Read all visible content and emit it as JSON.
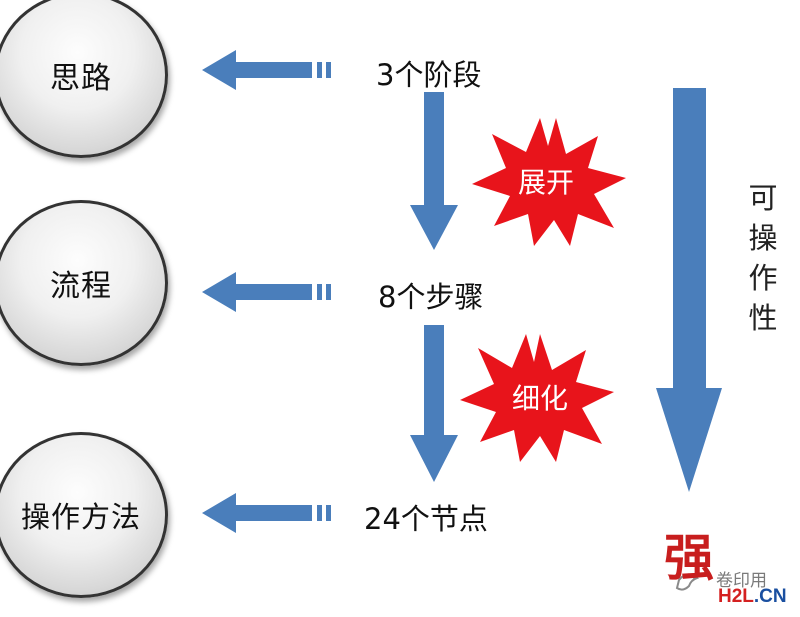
{
  "categories": {
    "thinking": "思路",
    "process": "流程",
    "method": "操作方法"
  },
  "stages": {
    "phases": "3个阶段",
    "steps": "8个步骤",
    "nodes": "24个节点"
  },
  "transitions": {
    "expand": "展开",
    "refine": "细化"
  },
  "operability": {
    "label_chars": [
      "可",
      "操",
      "作",
      "性"
    ],
    "strong": "强"
  },
  "watermark": {
    "text": "卷印用",
    "h2l": "H2L",
    "cn": ".CN"
  },
  "colors": {
    "arrow_blue": "#4a7ebb",
    "burst_red": "#e8141b",
    "strong_red": "#c81e1e",
    "h2l_red": "#d42020",
    "cn_blue": "#1a4fa0"
  }
}
